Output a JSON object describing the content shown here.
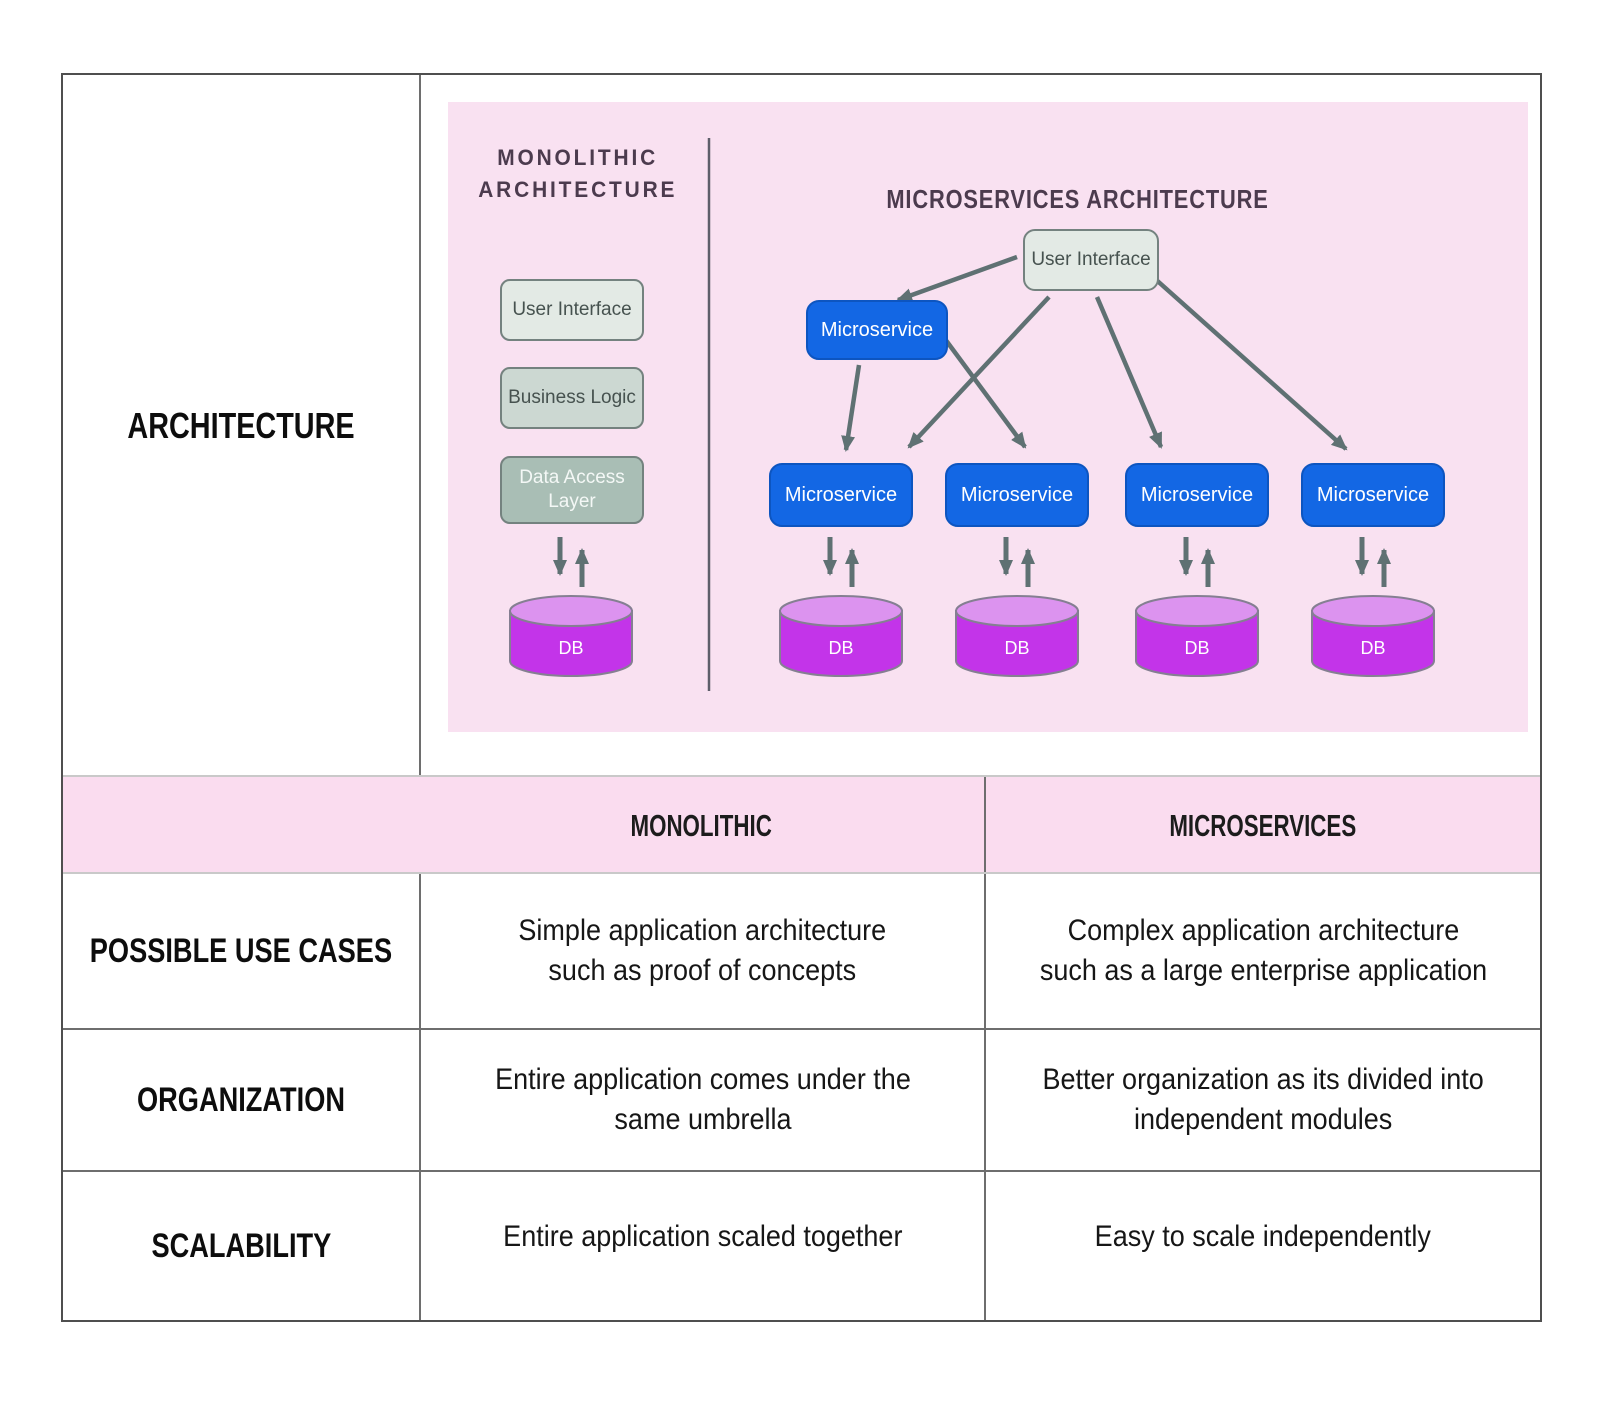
{
  "diagram": {
    "monolithic": {
      "title_line1": "MONOLITHIC",
      "title_line2": "ARCHITECTURE",
      "box_user_interface": "User Interface",
      "box_business_logic": "Business Logic",
      "box_data_access_line1": "Data Access",
      "box_data_access_line2": "Layer"
    },
    "microservices": {
      "title": "MICROSERVICES ARCHITECTURE",
      "ui_box": "User Interface",
      "top_service": "Microservice",
      "services": [
        "Microservice",
        "Microservice",
        "Microservice",
        "Microservice"
      ]
    },
    "db_label": "DB",
    "colors": {
      "panel_pink": "#f9e1f1",
      "header_pink": "#fadcef",
      "service_blue": "#1367e4",
      "db_body_purple": "#c334e9",
      "db_top_purple": "#dc93ef",
      "arrow_gray": "#5f7173",
      "box_gray_light": "#e3eae5",
      "box_gray_mid": "#ccd8d2",
      "box_gray_dark": "#a9beb5"
    }
  },
  "table": {
    "header": {
      "monolithic": "MONOLITHIC",
      "microservices": "MICROSERVICES"
    },
    "rows": {
      "architecture": {
        "label": "ARCHITECTURE"
      },
      "use_cases": {
        "label": "POSSIBLE USE CASES",
        "monolithic_lines": [
          "Simple application architecture",
          "such as proof of concepts"
        ],
        "microservices_lines": [
          "Complex application architecture",
          "such as a large enterprise application"
        ]
      },
      "organization": {
        "label": "ORGANIZATION",
        "monolithic_lines": [
          "Entire application comes under the",
          "same umbrella"
        ],
        "microservices_lines": [
          "Better organization as its divided into",
          "independent modules"
        ]
      },
      "scalability": {
        "label": "SCALABILITY",
        "monolithic_lines": [
          "Entire application scaled together"
        ],
        "microservices_lines": [
          "Easy to scale independently"
        ]
      }
    }
  }
}
